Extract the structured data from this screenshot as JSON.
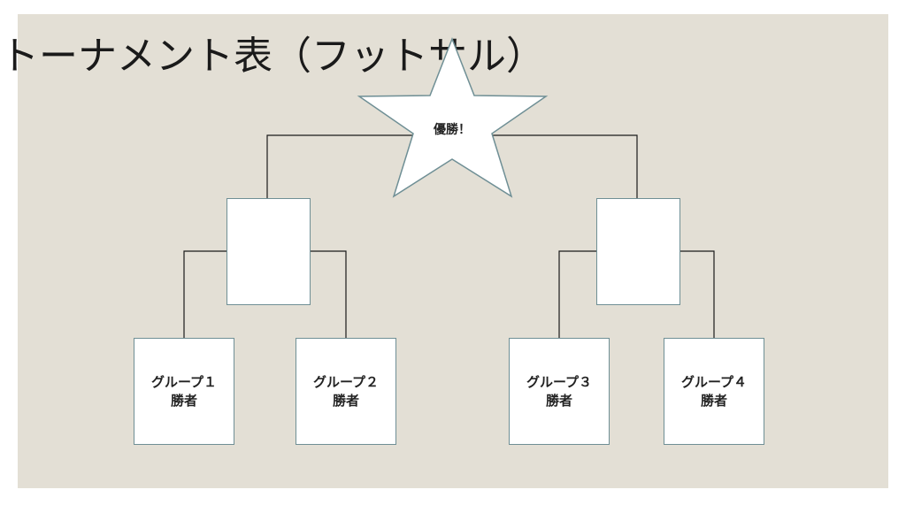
{
  "title": "トーナメント表（フットサル）",
  "champion": {
    "label": "優勝！",
    "icon": "star-icon"
  },
  "semifinals": [
    {
      "label": ""
    },
    {
      "label": ""
    }
  ],
  "groups": [
    {
      "line1": "グループ１",
      "line2": "勝者"
    },
    {
      "line1": "グループ２",
      "line2": "勝者"
    },
    {
      "line1": "グループ３",
      "line2": "勝者"
    },
    {
      "line1": "グループ４",
      "line2": "勝者"
    }
  ],
  "colors": {
    "background": "#e3dfd5",
    "box_border": "#6f8f95",
    "connector": "#1a1a1a"
  }
}
